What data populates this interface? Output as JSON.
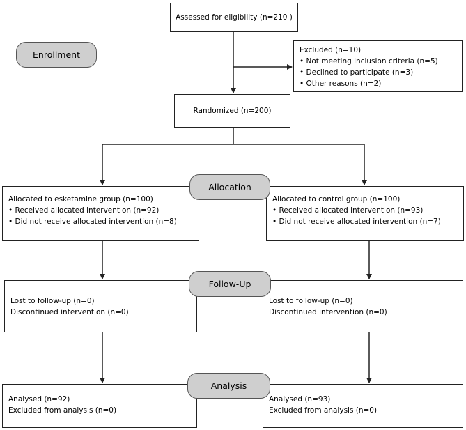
{
  "stages": {
    "enrollment": "Enrollment",
    "allocation": "Allocation",
    "followup": "Follow-Up",
    "analysis": "Analysis"
  },
  "assessed": "Assessed for eligibility (n=210 )",
  "excluded": {
    "title": "Excluded (n=10)",
    "items": [
      "• Not meeting inclusion criteria (n=5)",
      "• Declined to participate (n=3)",
      "• Other reasons (n=2)"
    ]
  },
  "randomized": "Randomized (n=200)",
  "allocation": {
    "left": {
      "title": "Allocated to esketamine group (n=100)",
      "items": [
        "• Received allocated intervention (n=92)",
        "• Did not receive allocated intervention (n=8)"
      ]
    },
    "right": {
      "title": "Allocated to control group (n=100)",
      "items": [
        "• Received allocated intervention (n=93)",
        "• Did not receive allocated intervention (n=7)"
      ]
    }
  },
  "followup": {
    "left": [
      "Lost to follow-up (n=0)",
      "Discontinued intervention (n=0)"
    ],
    "right": [
      "Lost to follow-up (n=0)",
      "Discontinued intervention (n=0)"
    ]
  },
  "analysis": {
    "left": [
      "Analysed (n=92)",
      "Excluded from analysis (n=0)"
    ],
    "right": [
      "Analysed (n=93)",
      "Excluded from analysis (n=0)"
    ]
  }
}
